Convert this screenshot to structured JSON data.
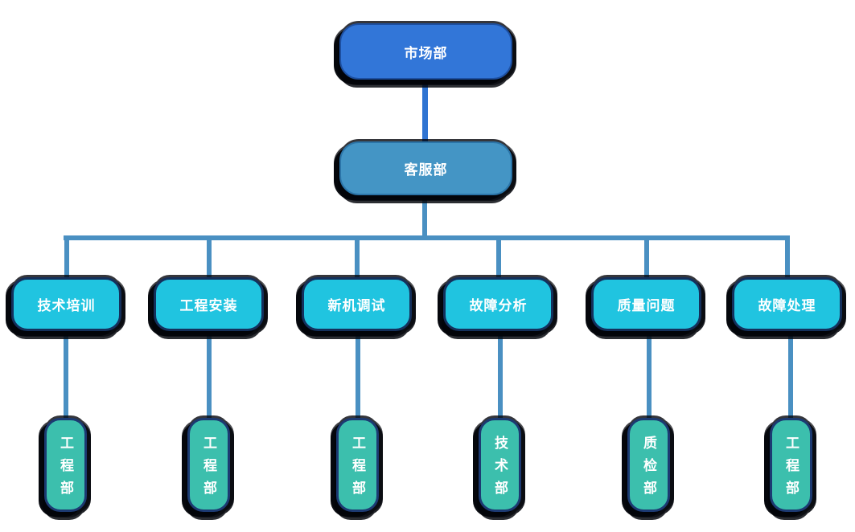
{
  "chart": {
    "type": "org-chart",
    "colors": {
      "page_bg": "#ffffff",
      "level1_fill": "#3276d8",
      "level2_fill": "#4495c5",
      "level3_fill": "#20c4e0",
      "level4_fill": "#3cbfad",
      "connector": "#4a90c2",
      "top_connector": "#2f74d2",
      "shadow": "#02040a",
      "text": "#ffffff"
    },
    "levels": {
      "level1": {
        "label": "市场部"
      },
      "level2": {
        "label": "客服部"
      },
      "level3": {
        "items": [
          {
            "label": "技术培训"
          },
          {
            "label": "工程安装"
          },
          {
            "label": "新机调试"
          },
          {
            "label": "故障分析"
          },
          {
            "label": "质量问题"
          },
          {
            "label": "故障处理"
          }
        ]
      },
      "level4": {
        "items": [
          {
            "label": "工程部"
          },
          {
            "label": "工程部"
          },
          {
            "label": "工程部"
          },
          {
            "label": "技术部"
          },
          {
            "label": "质检部"
          },
          {
            "label": "工程部"
          }
        ]
      }
    },
    "edges": [
      {
        "from": "市场部",
        "to": "客服部"
      },
      {
        "from": "客服部",
        "to": "技术培训"
      },
      {
        "from": "客服部",
        "to": "工程安装"
      },
      {
        "from": "客服部",
        "to": "新机调试"
      },
      {
        "from": "客服部",
        "to": "故障分析"
      },
      {
        "from": "客服部",
        "to": "质量问题"
      },
      {
        "from": "客服部",
        "to": "故障处理"
      },
      {
        "from": "技术培训",
        "to": "工程部"
      },
      {
        "from": "工程安装",
        "to": "工程部"
      },
      {
        "from": "新机调试",
        "to": "工程部"
      },
      {
        "from": "故障分析",
        "to": "技术部"
      },
      {
        "from": "质量问题",
        "to": "质检部"
      },
      {
        "from": "故障处理",
        "to": "工程部"
      }
    ]
  }
}
